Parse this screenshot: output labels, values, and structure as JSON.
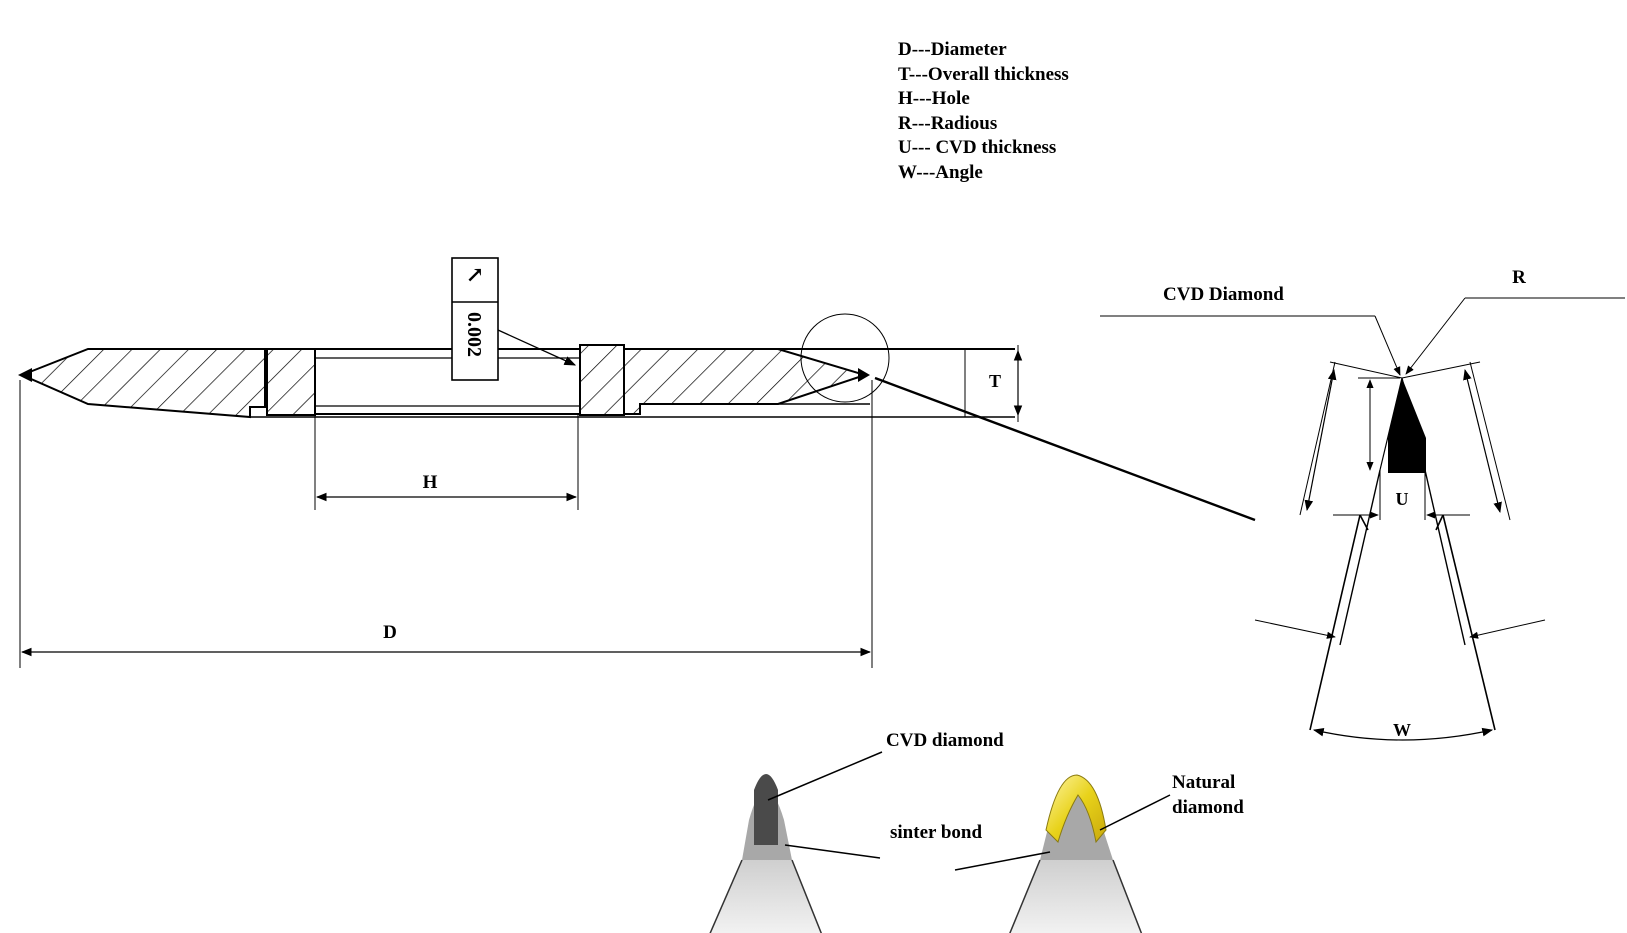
{
  "legend": {
    "items": [
      "D---Diameter",
      "T---Overall thickness",
      "H---Hole",
      "R---Radious",
      "U--- CVD thickness",
      "W---Angle"
    ]
  },
  "cross_section": {
    "label_d": "D",
    "label_h": "H",
    "label_t": "T",
    "tolerance_value": "0.002"
  },
  "tip_detail": {
    "label_cvd": "CVD Diamond",
    "label_r": "R",
    "label_u": "U",
    "label_w": "W"
  },
  "comparison": {
    "label_cvd": "CVD diamond",
    "label_sinter": "sinter bond",
    "label_natural_line1": "Natural",
    "label_natural_line2": "diamond"
  },
  "colors": {
    "ink": "#000000",
    "natural_diamond": "#e8d21a",
    "bond_gray": "#a8a8a8",
    "cvd_dark": "#4a4a4a"
  }
}
